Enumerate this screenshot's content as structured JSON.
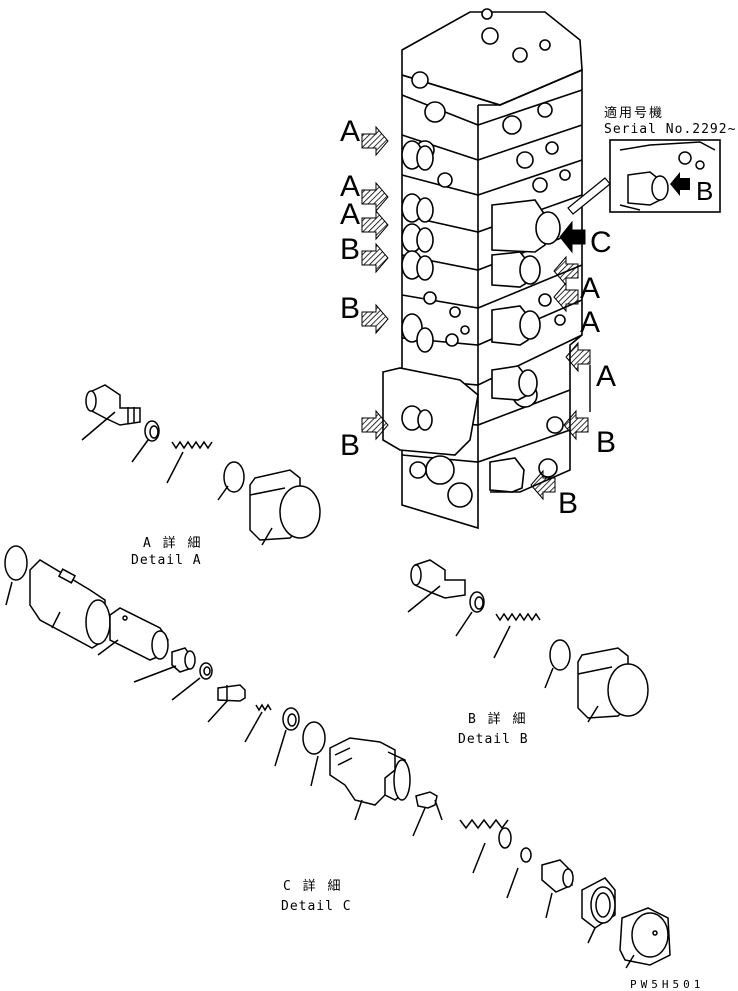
{
  "serial_note": {
    "line1": "適用号機",
    "line2": "Serial No.2292~"
  },
  "callouts": {
    "a": "A",
    "b": "B",
    "c": "C"
  },
  "details": {
    "a": {
      "jp": "A 詳 細",
      "en": "Detail A"
    },
    "b": {
      "jp": "B 詳 細",
      "en": "Detail B"
    },
    "c": {
      "jp": "C 詳 細",
      "en": "Detail C"
    }
  },
  "drawing_code": "PW5H501"
}
